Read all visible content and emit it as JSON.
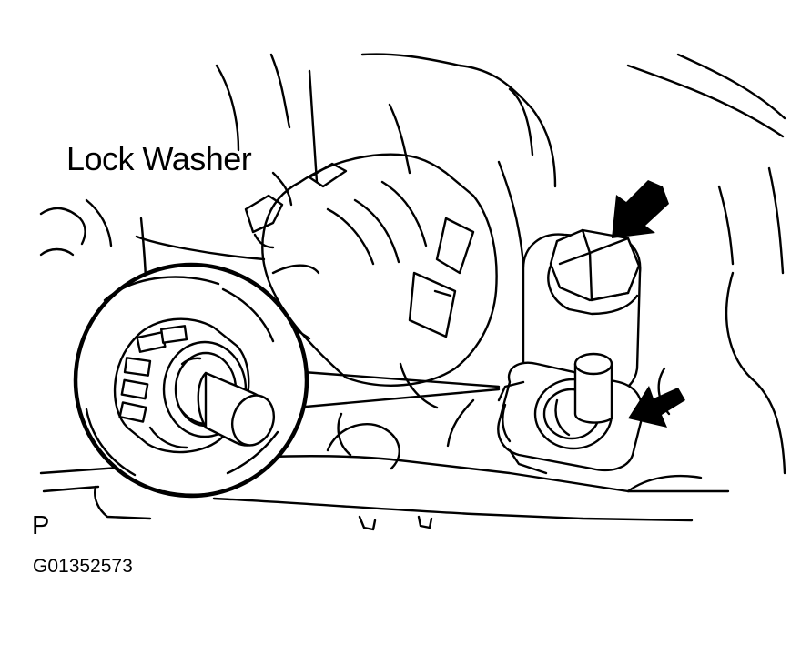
{
  "labels": {
    "callout": "Lock Washer",
    "view_letter": "P",
    "figure_code": "G01352573"
  },
  "colors": {
    "ink": "#000000",
    "paper": "#ffffff"
  },
  "icons": [
    "arrow-icon",
    "arrow-icon"
  ]
}
